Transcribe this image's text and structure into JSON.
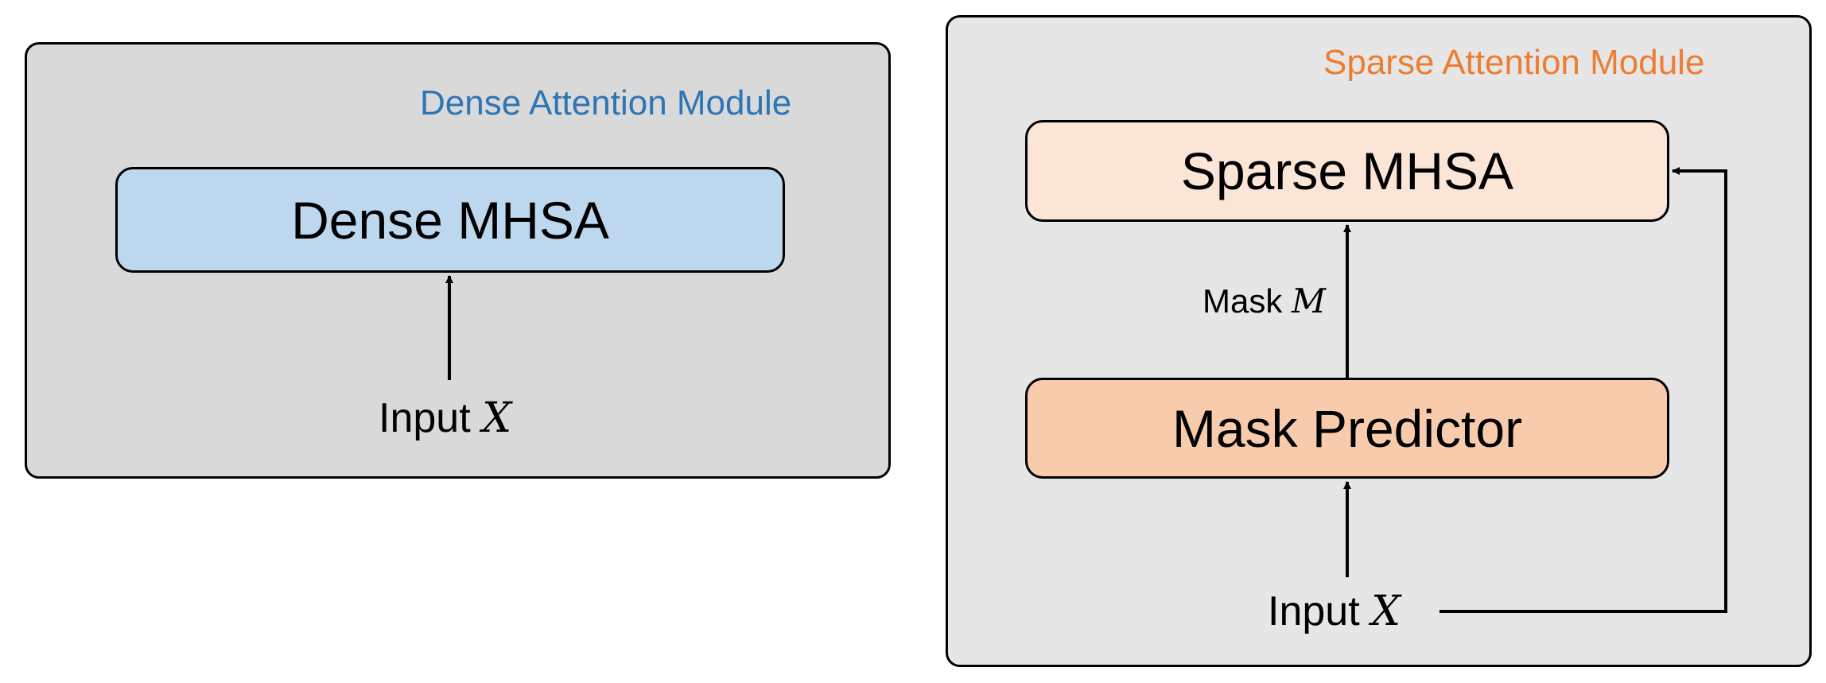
{
  "dense": {
    "title": "Dense Attention Module",
    "block_label": "Dense MHSA",
    "input_text": "Input",
    "input_var": "X",
    "colors": {
      "panel_bg": "#d9d9d9",
      "block_fill": "#bdd7ee",
      "title": "#2e75b6"
    }
  },
  "sparse": {
    "title": "Sparse Attention Module",
    "top_block_label": "Sparse MHSA",
    "bottom_block_label": "Mask Predictor",
    "mask_text": "Mask",
    "mask_var": "M",
    "input_text": "Input",
    "input_var": "X",
    "colors": {
      "panel_bg": "#e6e6e6",
      "top_fill": "#fbe5d6",
      "bottom_fill": "#f8cbad",
      "title": "#ed7d31"
    }
  }
}
